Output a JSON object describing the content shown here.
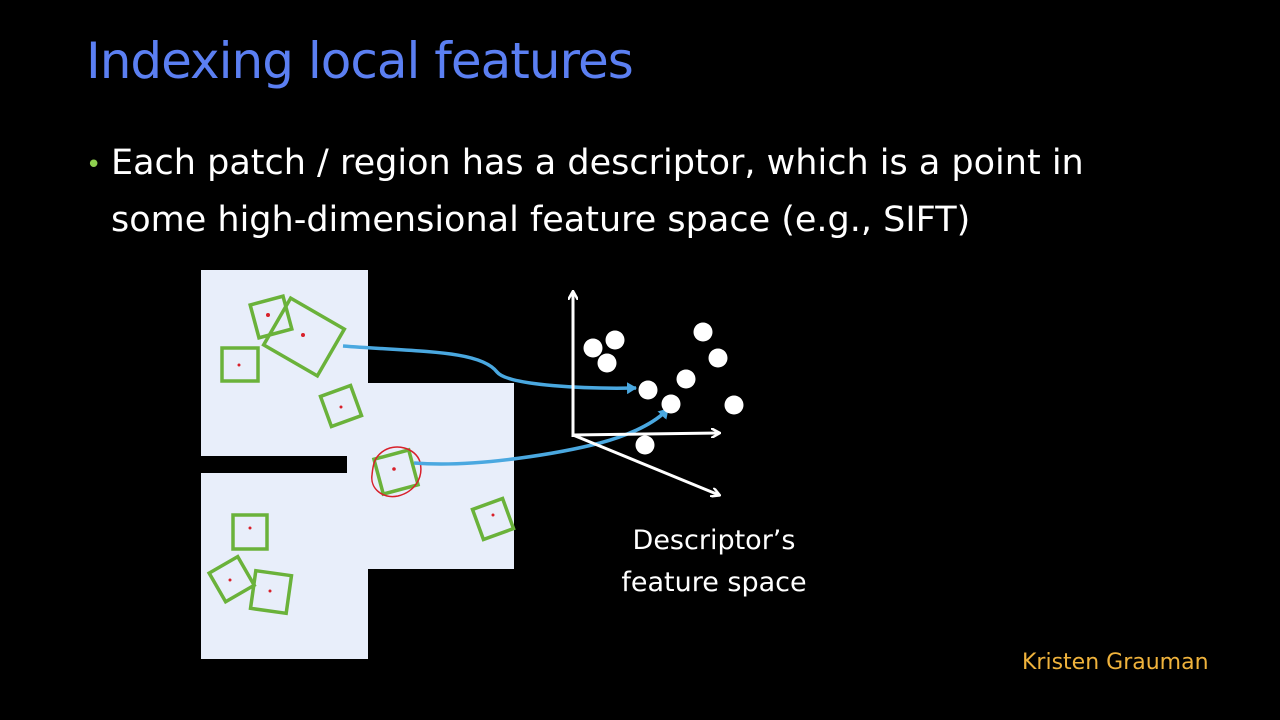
{
  "slide": {
    "title": "Indexing local features",
    "bullet": {
      "line1": "Each patch / region has a descriptor, which is a point in",
      "line2": "some high-dimensional feature space (e.g., SIFT)"
    },
    "caption": {
      "line1": "Descriptor’s",
      "line2": "feature space"
    },
    "credit": "Kristen Grauman"
  },
  "colors": {
    "background": "#000000",
    "title": "#5b7ff2",
    "bullet_dot": "#8fd14f",
    "text": "#ffffff",
    "credit": "#f0b33c",
    "image_panel": "#e8eefa",
    "patch_box": "#6ab23a",
    "keypoint": "#d8202a",
    "arrow": "#4aa8e0",
    "axes": "#ffffff",
    "points": "#ffffff"
  }
}
